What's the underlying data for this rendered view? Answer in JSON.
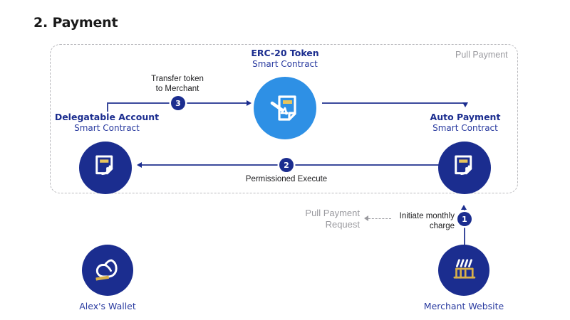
{
  "title": "2. Payment",
  "container": {
    "label": "Pull Payment"
  },
  "colors": {
    "deep_blue": "#1b2d8f",
    "light_blue": "#2e90e5",
    "gold": "#d8b04a",
    "grey": "#9a9a9f",
    "line_blue": "#3b4a9c"
  },
  "nodes": [
    {
      "id": "erc20-token",
      "title": "ERC-20 Token",
      "subtitle": "Smart Contract",
      "icon": "signed-contract-icon",
      "circle_color": "#2e90e5"
    },
    {
      "id": "delegatable-account",
      "title": "Delegatable Account",
      "subtitle": "Smart Contract",
      "icon": "smart-contract-icon",
      "circle_color": "#1b2d8f"
    },
    {
      "id": "auto-payment",
      "title": "Auto Payment",
      "subtitle": "Smart Contract",
      "icon": "smart-contract-icon",
      "circle_color": "#1b2d8f"
    },
    {
      "id": "alexs-wallet",
      "title": "Alex's Wallet",
      "subtitle": "",
      "icon": "fox-head-icon",
      "circle_color": "#1b2d8f"
    },
    {
      "id": "merchant-website",
      "title": "Merchant Website",
      "subtitle": "",
      "icon": "storefront-icon",
      "circle_color": "#1b2d8f"
    }
  ],
  "edges": [
    {
      "id": "transfer-token",
      "step": "3",
      "label_line1": "Transfer token",
      "label_line2": "to Merchant",
      "from": "delegatable-account",
      "to": "erc20-token"
    },
    {
      "id": "erc20-to-auto-payment",
      "step": "",
      "label_line1": "",
      "label_line2": "",
      "from": "erc20-token",
      "to": "auto-payment"
    },
    {
      "id": "permissioned-execute",
      "step": "2",
      "label_line1": "Permissioned Execute",
      "label_line2": "",
      "from": "auto-payment",
      "to": "delegatable-account"
    },
    {
      "id": "initiate-monthly-charge",
      "step": "1",
      "label_line1": "Initiate monthly",
      "label_line2": "charge",
      "from": "merchant-website",
      "to": "auto-payment"
    },
    {
      "id": "pull-payment-request",
      "step": "",
      "label_line1": "Pull Payment",
      "label_line2": "Request",
      "from": "initiate-monthly-charge",
      "to": ""
    }
  ]
}
